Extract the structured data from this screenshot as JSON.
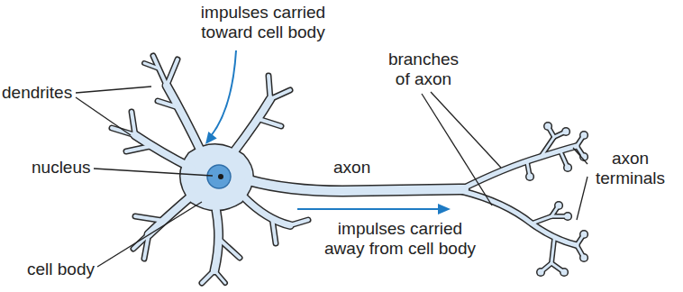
{
  "diagram": {
    "labels": [
      "impulses carried toward cell body",
      "dendrites",
      "nucleus",
      "cell body",
      "axon",
      "branches of axon",
      "axon terminals",
      "impulses carried away from cell body"
    ]
  }
}
